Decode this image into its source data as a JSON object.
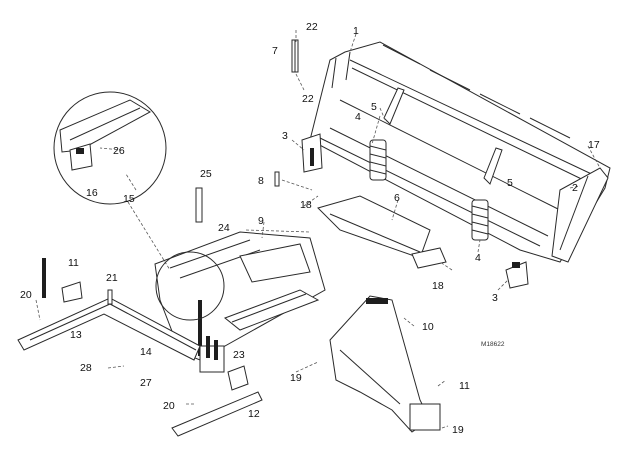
{
  "figure": {
    "drawing_code": "M18622",
    "callouts": [
      {
        "n": "1"
      },
      {
        "n": "2"
      },
      {
        "n": "3a"
      },
      {
        "n": "3b"
      },
      {
        "n": "4a"
      },
      {
        "n": "4b"
      },
      {
        "n": "5a"
      },
      {
        "n": "5b"
      },
      {
        "n": "6"
      },
      {
        "n": "7"
      },
      {
        "n": "8"
      },
      {
        "n": "9"
      },
      {
        "n": "10"
      },
      {
        "n": "11a"
      },
      {
        "n": "11b"
      },
      {
        "n": "12"
      },
      {
        "n": "13"
      },
      {
        "n": "14"
      },
      {
        "n": "15"
      },
      {
        "n": "16"
      },
      {
        "n": "17"
      },
      {
        "n": "18a"
      },
      {
        "n": "18b"
      },
      {
        "n": "19a"
      },
      {
        "n": "19b"
      },
      {
        "n": "20a"
      },
      {
        "n": "20b"
      },
      {
        "n": "21"
      },
      {
        "n": "22a"
      },
      {
        "n": "22b"
      },
      {
        "n": "23"
      },
      {
        "n": "24"
      },
      {
        "n": "25"
      },
      {
        "n": "26"
      },
      {
        "n": "27"
      },
      {
        "n": "28"
      }
    ],
    "labels": {
      "1": "1",
      "2": "2",
      "3a": "3",
      "3b": "3",
      "4a": "4",
      "4b": "4",
      "5a": "5",
      "5b": "5",
      "6": "6",
      "7": "7",
      "8": "8",
      "9": "9",
      "10": "10",
      "11a": "11",
      "11b": "11",
      "12": "12",
      "13": "13",
      "14": "14",
      "15": "15",
      "16": "16",
      "17": "17",
      "18a": "18",
      "18b": "18",
      "19a": "19",
      "19b": "19",
      "20a": "20",
      "20b": "20",
      "21": "21",
      "22a": "22",
      "22b": "22",
      "23": "23",
      "24": "24",
      "25": "25",
      "26": "26",
      "27": "27",
      "28": "28"
    }
  }
}
